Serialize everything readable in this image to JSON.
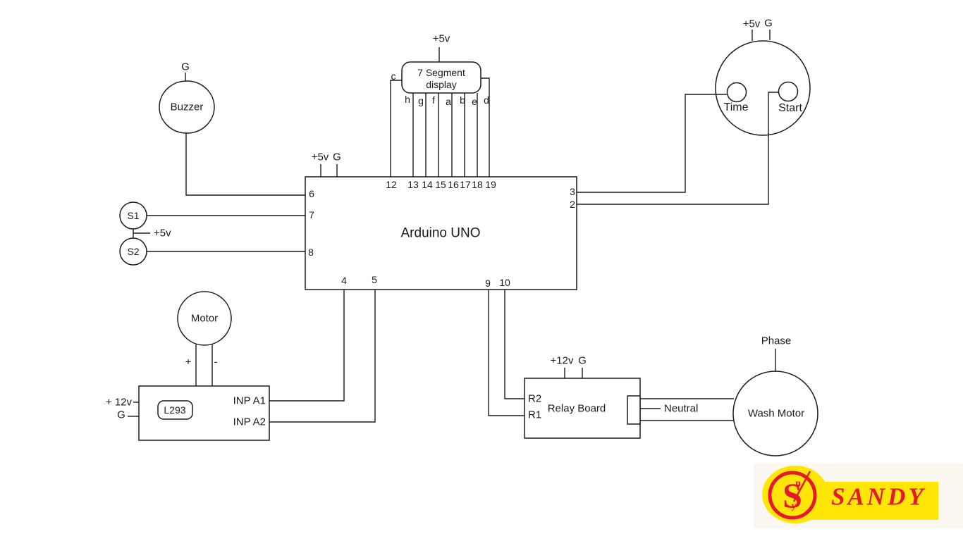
{
  "buzzer": {
    "label": "Buzzer",
    "ground": "G"
  },
  "switches": {
    "s1": "S1",
    "s2": "S2",
    "supply": "+5v"
  },
  "arduino": {
    "label": "Arduino UNO",
    "supply": "+5v",
    "ground": "G",
    "left_pins": [
      "6",
      "7",
      "8"
    ],
    "top_pins": [
      "12",
      "13",
      "14",
      "15",
      "16",
      "17",
      "18",
      "19"
    ],
    "right_pins": [
      "3",
      "2"
    ],
    "bottom_pins": [
      "4",
      "5",
      "9",
      "10"
    ]
  },
  "seven_segment": {
    "supply": "+5v",
    "title_line1": "7 Segment",
    "title_line2": "display",
    "pin_c": "c",
    "segment_pins": [
      "h",
      "g",
      "f",
      "a",
      "b",
      "e",
      "d"
    ]
  },
  "timer": {
    "supply": "+5v",
    "ground": "G",
    "left_knob": "Time",
    "right_knob": "Start"
  },
  "motor_driver": {
    "motor": "Motor",
    "plus": "+",
    "minus": "-",
    "supply": "+ 12v",
    "ground": "G",
    "chip": "L293",
    "inp_a1": "INP A1",
    "inp_a2": "INP A2"
  },
  "relay": {
    "supply": "+12v",
    "ground": "G",
    "label": "Relay Board",
    "r2": "R2",
    "r1": "R1",
    "neutral": "Neutral"
  },
  "wash_motor": {
    "label": "Wash Motor",
    "phase": "Phase"
  },
  "logo": {
    "word": "SANDY",
    "monogram": "S",
    "mono_top": "n",
    "mono_bottom": "y",
    "red_color": "#e5192d",
    "yellow_color": "#ffe606",
    "backdrop_color": "#fbf8f1"
  },
  "colors": {
    "line": "#1b1b1b",
    "background": "#ffffff"
  }
}
